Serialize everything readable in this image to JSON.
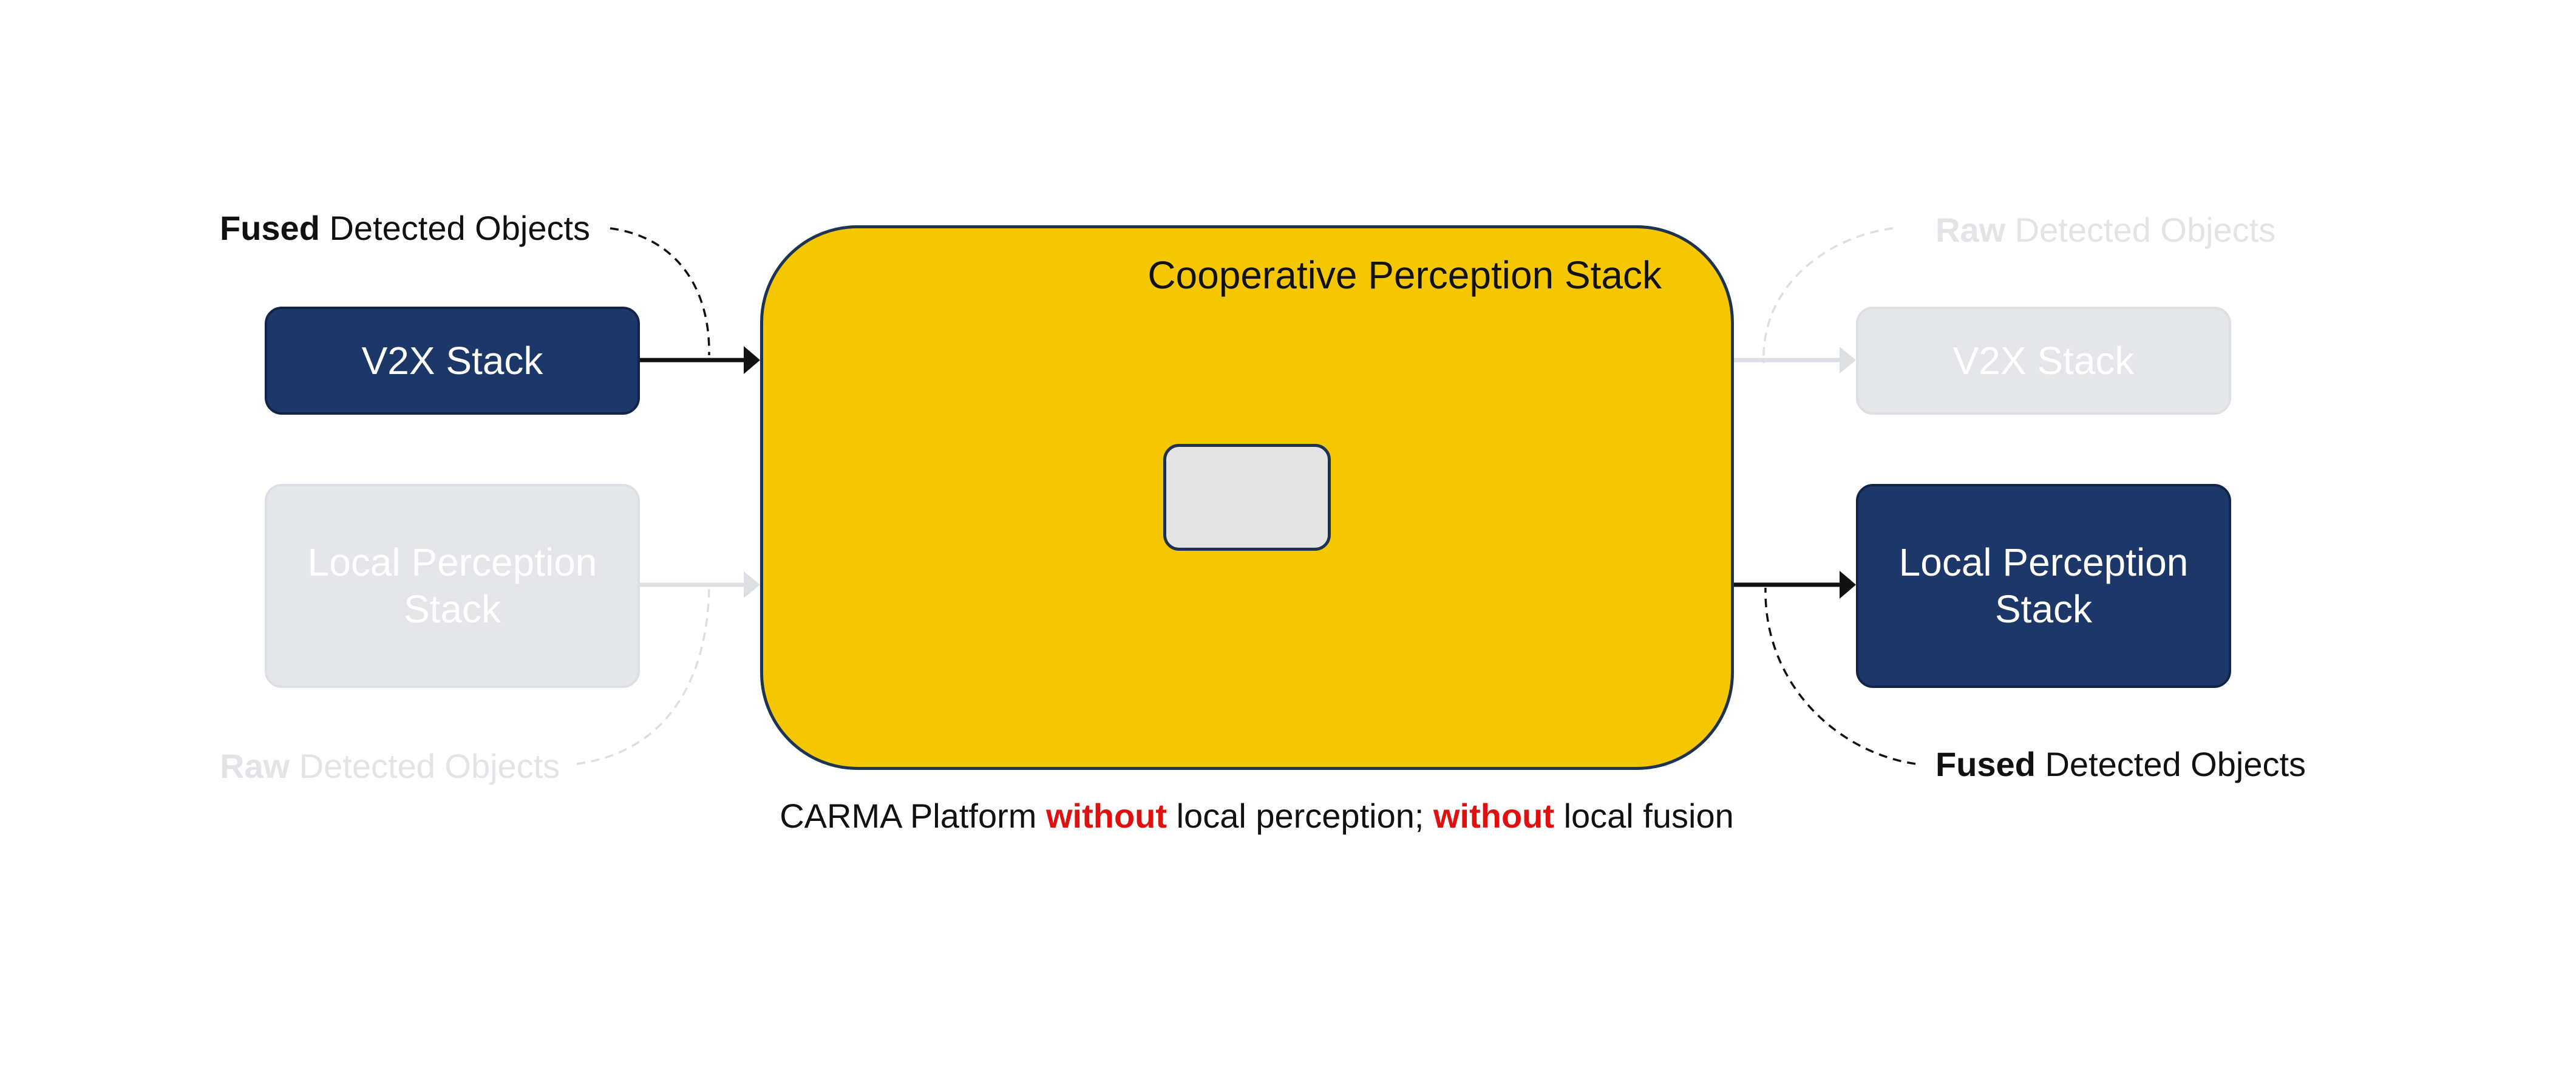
{
  "left": {
    "top_label": {
      "bold": "Fused",
      "rest": " Detected Objects"
    },
    "v2x_box": "V2X Stack",
    "local_box": "Local Perception Stack",
    "bottom_label": {
      "bold": "Raw",
      "rest": " Detected Objects"
    }
  },
  "center": {
    "title": "Cooperative Perception Stack"
  },
  "right": {
    "top_label": {
      "bold": "Raw",
      "rest": " Detected Objects"
    },
    "v2x_box": "V2X Stack",
    "local_box": "Local Perception Stack",
    "bottom_label": {
      "bold": "Fused",
      "rest": " Detected Objects"
    }
  },
  "caption": {
    "part1": "CARMA Platform ",
    "neg1": "without",
    "part2": " local perception; ",
    "neg2": "without",
    "part3": " local fusion"
  },
  "colors": {
    "active_box": "#1d3868",
    "faded_box": "#e4e6ea",
    "stack_fill": "#f5c700",
    "negation": "#e01010"
  }
}
